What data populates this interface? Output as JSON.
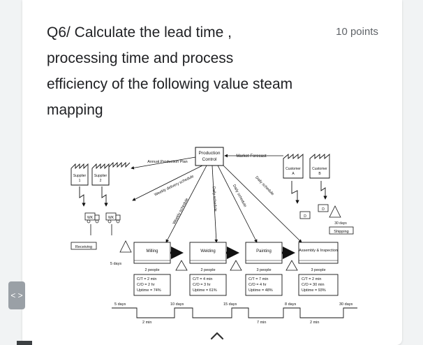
{
  "question": {
    "title": "Q6/ Calculate the lead time , processing time and process efficiency of the following value steam mapping",
    "points": "10 points"
  },
  "vsm": {
    "production_control": [
      "Production",
      "Control"
    ],
    "annual_plan": "Annual Production Plan",
    "market_forecast": "Market Forecast",
    "supplier1": [
      "Supplier",
      "1"
    ],
    "supplier2": [
      "Supplier",
      "2"
    ],
    "customerA": [
      "Customer",
      "A"
    ],
    "customerB": [
      "Customer",
      "B"
    ],
    "weekly_delivery": "Weekly delivery schedule",
    "weekly_schedule": "Weekly schedule",
    "daily_schedule_1": "Daily schedule",
    "daily_schedule_2": "Daily schedule",
    "daily_schedule_3": "Daily schedule",
    "truck_label": "WK",
    "daily_truck_label": "D",
    "days_30": "30 days",
    "shipping": "Shipping",
    "receiving": "Receiving",
    "inv_receiving": "5 days",
    "process_names": [
      "Milling",
      "Welding",
      "Painting",
      "Assembly & Inspection"
    ],
    "process_people": [
      "2 people",
      "2 people",
      "3 people",
      "3 people"
    ],
    "process_data": [
      [
        "C/T = 2 min",
        "C/O = 2 hr",
        "Uptime = 74%"
      ],
      [
        "C/T = 4 min",
        "C/O = 3 hr",
        "Uptime = 61%"
      ],
      [
        "C/T = 7 min",
        "C/O = 4 hr",
        "Uptime = 48%"
      ],
      [
        "C/T = 2 min",
        "C/O = 30 min",
        "Uptime = 93%"
      ]
    ],
    "timeline_days": [
      "5 days",
      "10 days",
      "15 days",
      "8 days",
      "30 days"
    ],
    "timeline_mins": [
      "2 min",
      "7 min",
      "2 min"
    ]
  },
  "nav": {
    "scroll_tab": "< >"
  }
}
